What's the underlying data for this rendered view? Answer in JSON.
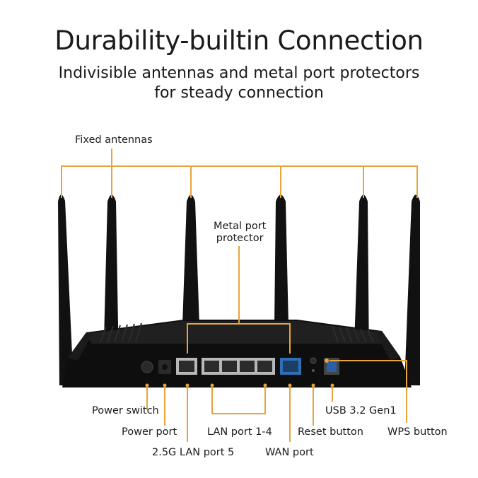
{
  "heading": {
    "title": "Durability-builtin Connection",
    "subtitle_line1": "Indivisible antennas and metal port protectors",
    "subtitle_line2": "for steady connection"
  },
  "callouts": {
    "fixed_antennas": "Fixed antennas",
    "metal_port_protector_line1": "Metal port",
    "metal_port_protector_line2": "protector",
    "power_switch": "Power switch",
    "power_port": "Power port",
    "lan_port_5": "2.5G LAN port 5",
    "lan_port_1_4": "LAN port 1-4",
    "wan_port": "WAN port",
    "usb": "USB 3.2 Gen1",
    "reset_button": "Reset button",
    "wps_button": "WPS button"
  },
  "colors": {
    "callout_line": "#e8a33d",
    "router_body": "#111111",
    "wan_port": "#2f6fb5",
    "usb_port": "#2a5fa8"
  }
}
